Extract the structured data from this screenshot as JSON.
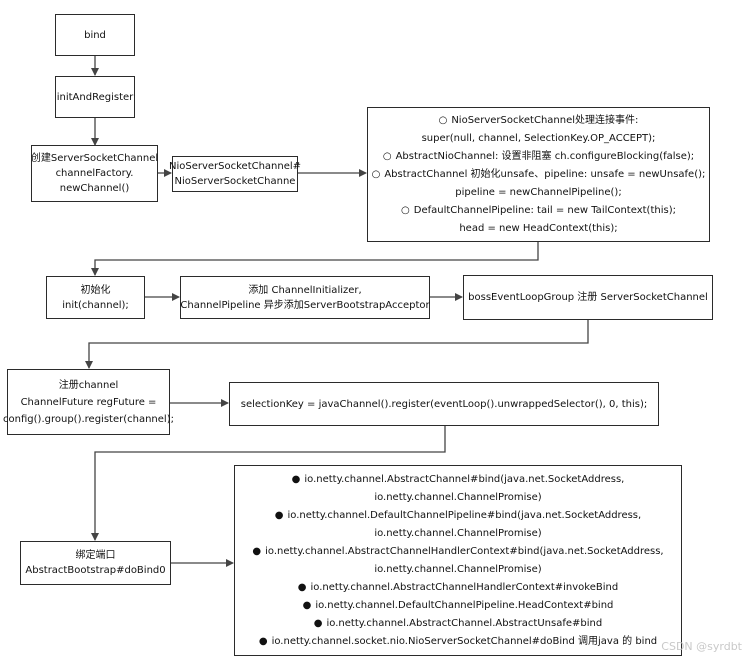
{
  "nodes": {
    "bind": {
      "lines": [
        "bind"
      ]
    },
    "init_and_register": {
      "lines": [
        "initAndRegister"
      ]
    },
    "create_channel": {
      "lines": [
        "创建ServerSocketChannel",
        "channelFactory.",
        "newChannel()"
      ]
    },
    "nio_channel_ctor": {
      "lines": [
        "NioServerSocketChannel#",
        "NioServerSocketChanne"
      ]
    },
    "nio_channel_events": {
      "lines": [
        {
          "mark": "○",
          "text": "NioServerSocketChannel处理连接事件:"
        },
        {
          "mark": "",
          "text": "super(null, channel, SelectionKey.OP_ACCEPT);"
        },
        {
          "mark": "○",
          "text": "AbstractNioChannel: 设置非阻塞 ch.configureBlocking(false);"
        },
        {
          "mark": "○",
          "text": "AbstractChannel 初始化unsafe、pipeline: unsafe = newUnsafe();"
        },
        {
          "mark": "",
          "text": "pipeline = newChannelPipeline();"
        },
        {
          "mark": "○",
          "text": "DefaultChannelPipeline: tail = new TailContext(this);"
        },
        {
          "mark": "",
          "text": "head = new HeadContext(this);"
        }
      ]
    },
    "init": {
      "lines": [
        "初始化",
        "init(channel);"
      ]
    },
    "add_initializer": {
      "lines": [
        "添加 ChannelInitializer,",
        "ChannelPipeline 异步添加ServerBootstrapAcceptor"
      ]
    },
    "boss_register": {
      "lines": [
        "bossEventLoopGroup 注册 ServerSocketChannel"
      ]
    },
    "register": {
      "lines": [
        "注册channel",
        "ChannelFuture regFuture =",
        "config().group().register(channel);"
      ]
    },
    "selection_key": {
      "lines": [
        "selectionKey = javaChannel().register(eventLoop().unwrappedSelector(), 0, this);"
      ]
    },
    "bind_port": {
      "lines": [
        "绑定端口",
        "AbstractBootstrap#doBind0"
      ]
    },
    "bind_chain": {
      "lines": [
        {
          "mark": "●",
          "text": "io.netty.channel.AbstractChannel#bind(java.net.SocketAddress,"
        },
        {
          "mark": "",
          "text": "io.netty.channel.ChannelPromise)"
        },
        {
          "mark": "●",
          "text": "io.netty.channel.DefaultChannelPipeline#bind(java.net.SocketAddress,"
        },
        {
          "mark": "",
          "text": "io.netty.channel.ChannelPromise)"
        },
        {
          "mark": "●",
          "text": "io.netty.channel.AbstractChannelHandlerContext#bind(java.net.SocketAddress,"
        },
        {
          "mark": "",
          "text": "io.netty.channel.ChannelPromise)"
        },
        {
          "mark": "●",
          "text": "io.netty.channel.AbstractChannelHandlerContext#invokeBind"
        },
        {
          "mark": "●",
          "text": "io.netty.channel.DefaultChannelPipeline.HeadContext#bind"
        },
        {
          "mark": "●",
          "text": "io.netty.channel.AbstractChannel.AbstractUnsafe#bind"
        },
        {
          "mark": "●",
          "text": "io.netty.channel.socket.nio.NioServerSocketChannel#doBind 调用java 的 bind"
        }
      ]
    }
  },
  "watermark": "CSDN @syrdbt"
}
